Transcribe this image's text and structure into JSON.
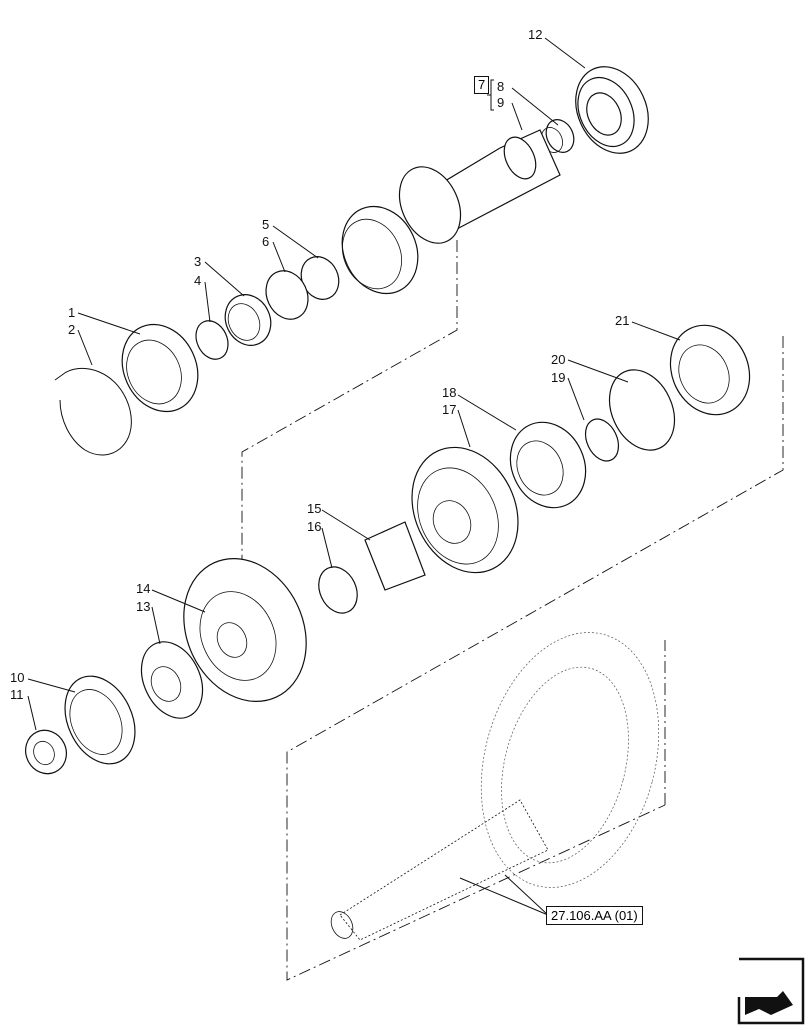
{
  "diagram": {
    "callouts": [
      {
        "id": "c1",
        "text": "1"
      },
      {
        "id": "c2",
        "text": "2"
      },
      {
        "id": "c3",
        "text": "3"
      },
      {
        "id": "c4",
        "text": "4"
      },
      {
        "id": "c5",
        "text": "5"
      },
      {
        "id": "c6",
        "text": "6"
      },
      {
        "id": "c8",
        "text": "8"
      },
      {
        "id": "c9",
        "text": "9"
      },
      {
        "id": "c10",
        "text": "10"
      },
      {
        "id": "c11",
        "text": "11"
      },
      {
        "id": "c12",
        "text": "12"
      },
      {
        "id": "c13",
        "text": "13"
      },
      {
        "id": "c14",
        "text": "14"
      },
      {
        "id": "c15",
        "text": "15"
      },
      {
        "id": "c16",
        "text": "16"
      },
      {
        "id": "c17",
        "text": "17"
      },
      {
        "id": "c18",
        "text": "18"
      },
      {
        "id": "c19",
        "text": "19"
      },
      {
        "id": "c20",
        "text": "20"
      },
      {
        "id": "c21",
        "text": "21"
      }
    ],
    "kit_label": "7",
    "reference_label": "27.106.AA (01)",
    "nav_icon": "next-page-arrow-icon"
  }
}
